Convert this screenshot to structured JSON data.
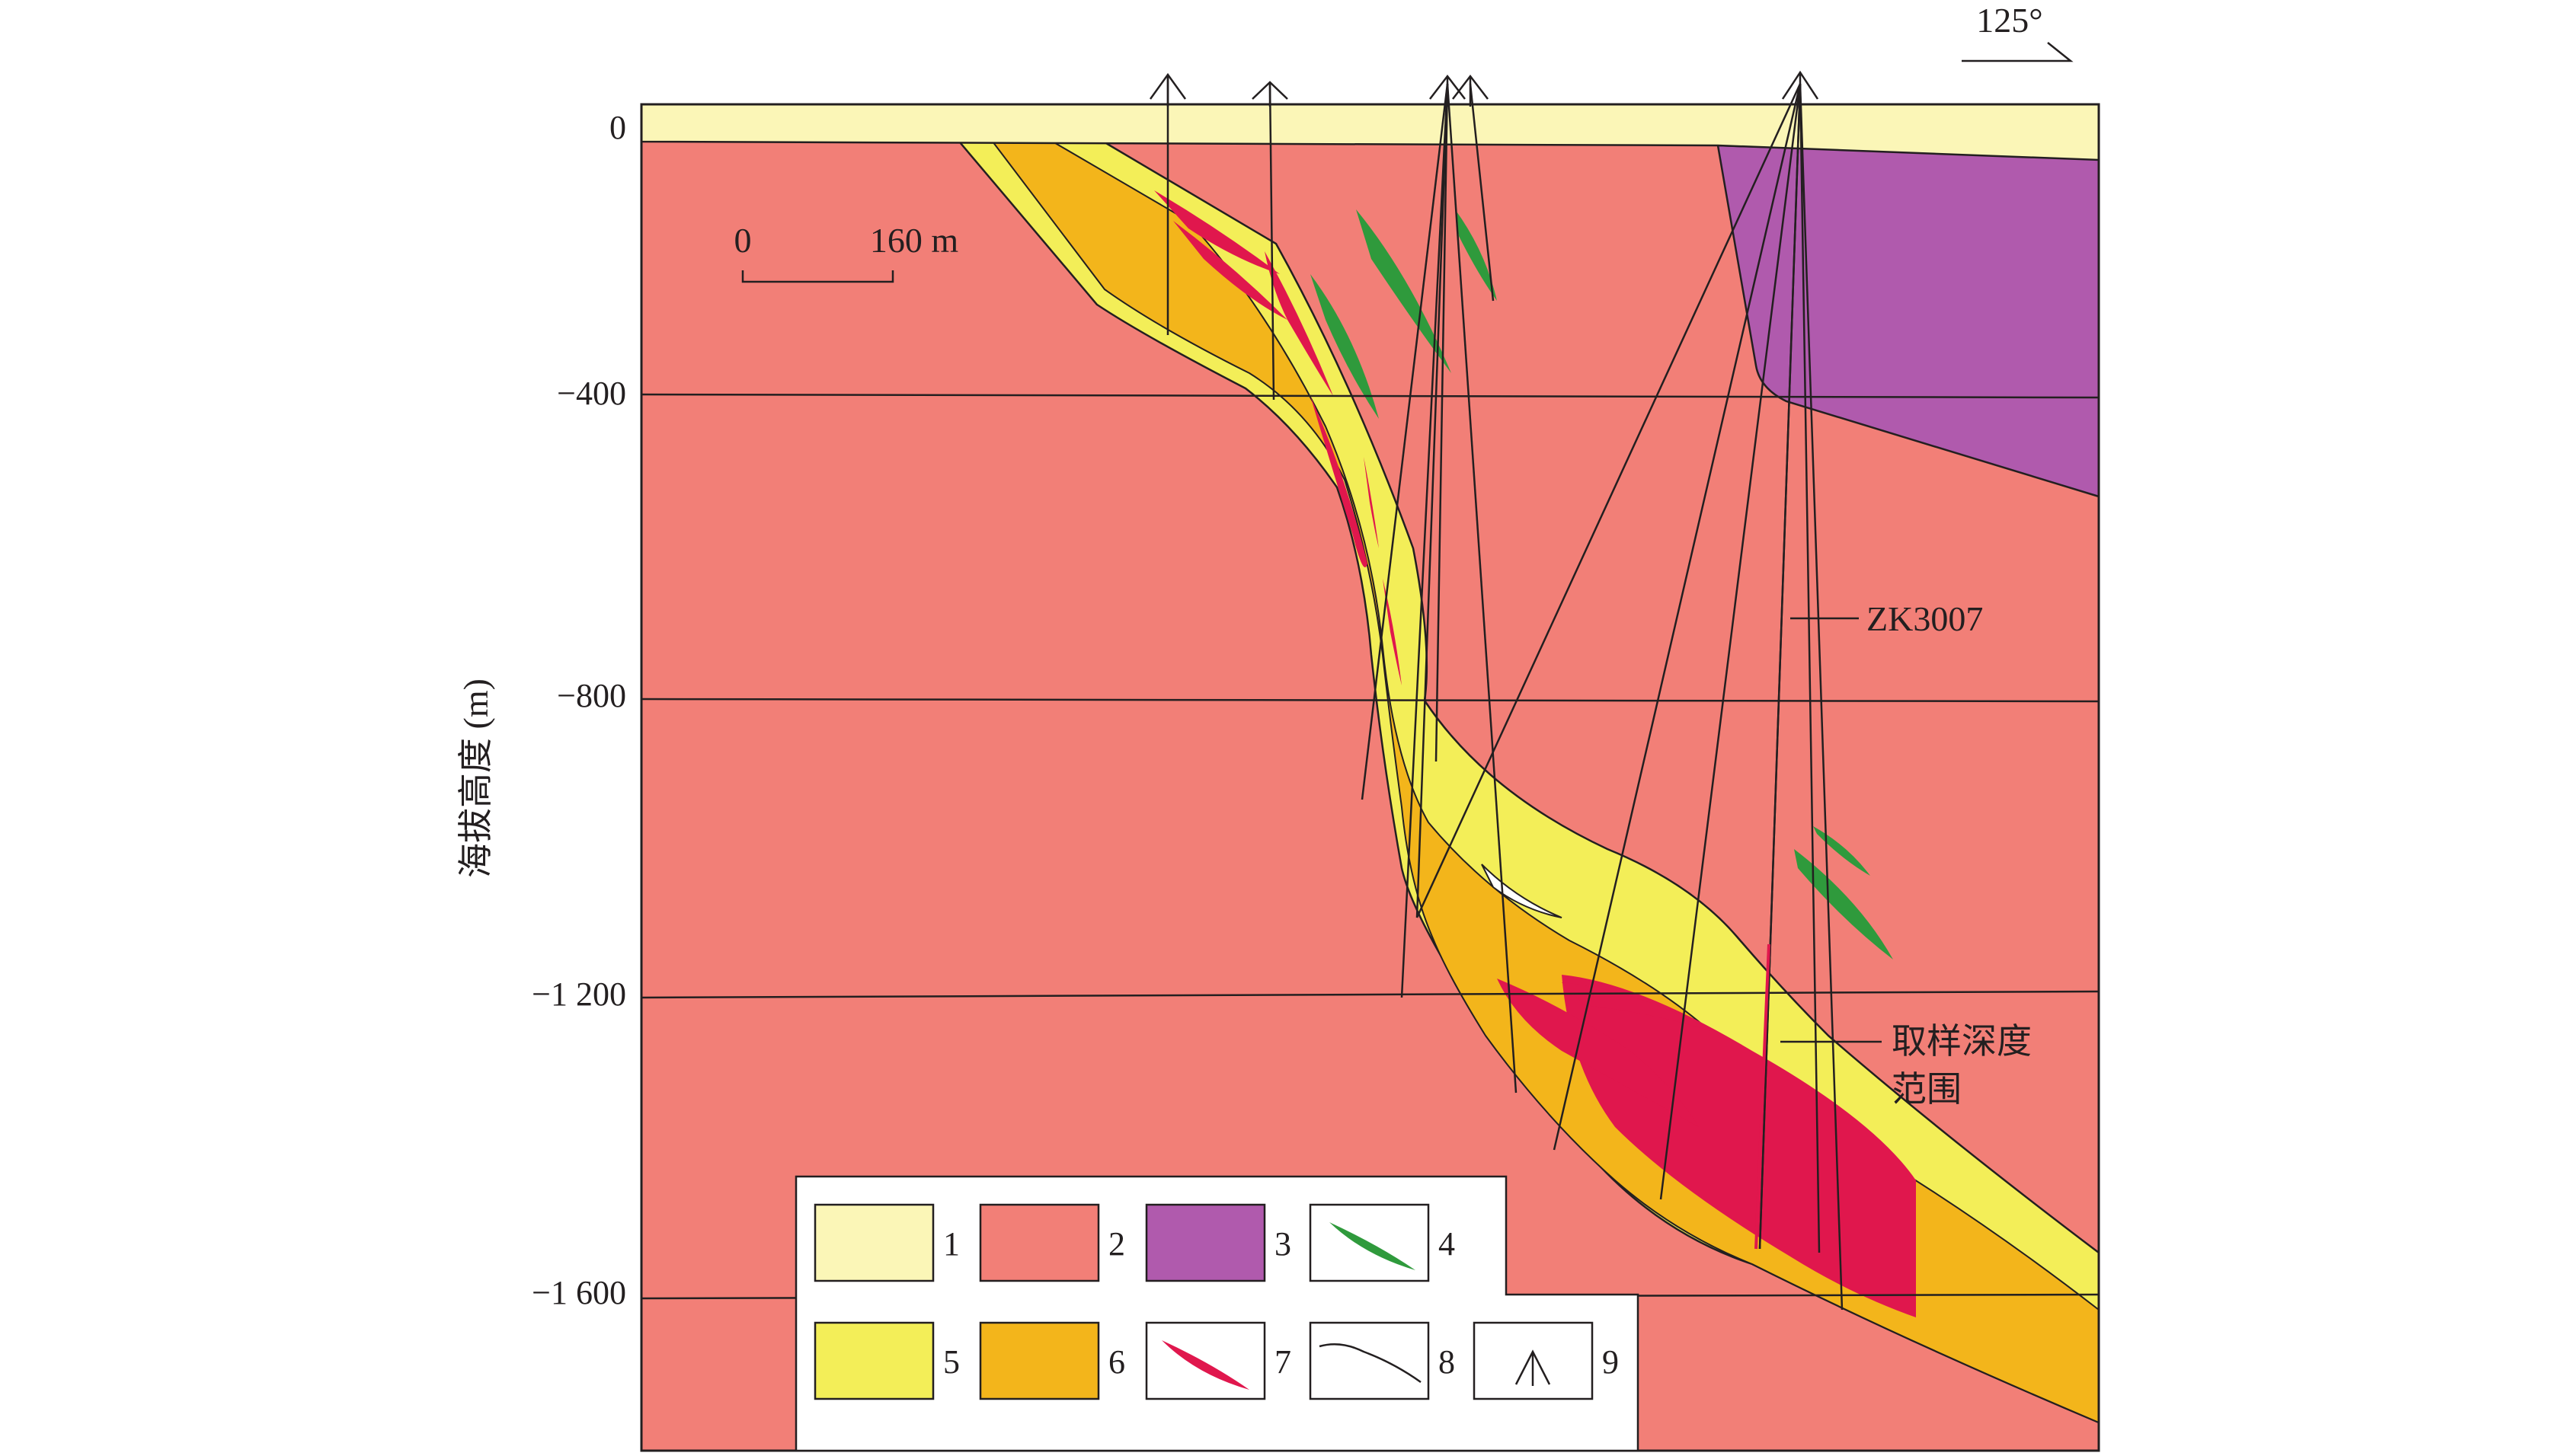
{
  "orientation": {
    "label": "125°"
  },
  "y_axis": {
    "label": "海拔高度 (m)",
    "ticks": [
      "0",
      "−400",
      "−800",
      "−1 200",
      "−1 600"
    ]
  },
  "scale_bar": {
    "start": "0",
    "end": "160 m"
  },
  "annotations": {
    "drillhole": "ZK3007",
    "sampling_range_line1": "取样深度",
    "sampling_range_line2": "范围"
  },
  "legend": {
    "items": [
      {
        "num": "1",
        "color": "#fbf6b7"
      },
      {
        "num": "2",
        "color": "#f27f77"
      },
      {
        "num": "3",
        "color": "#b05aad"
      },
      {
        "num": "4",
        "color": "#2f9a3c"
      },
      {
        "num": "5",
        "color": "#f3ee58"
      },
      {
        "num": "6",
        "color": "#f3b51b"
      },
      {
        "num": "7",
        "color": "#e0174d"
      },
      {
        "num": "8",
        "color": "#231f20"
      },
      {
        "num": "9",
        "color": "#231f20"
      }
    ]
  },
  "colors": {
    "quaternary_cover": "#fbf6b7",
    "host_rock": "#f27f77",
    "intrusion": "#b05aad",
    "dyke": "#2f9a3c",
    "outer_alteration": "#f3ee58",
    "inner_alteration": "#f3b51b",
    "ore_body": "#e0174d",
    "line": "#231f20"
  }
}
